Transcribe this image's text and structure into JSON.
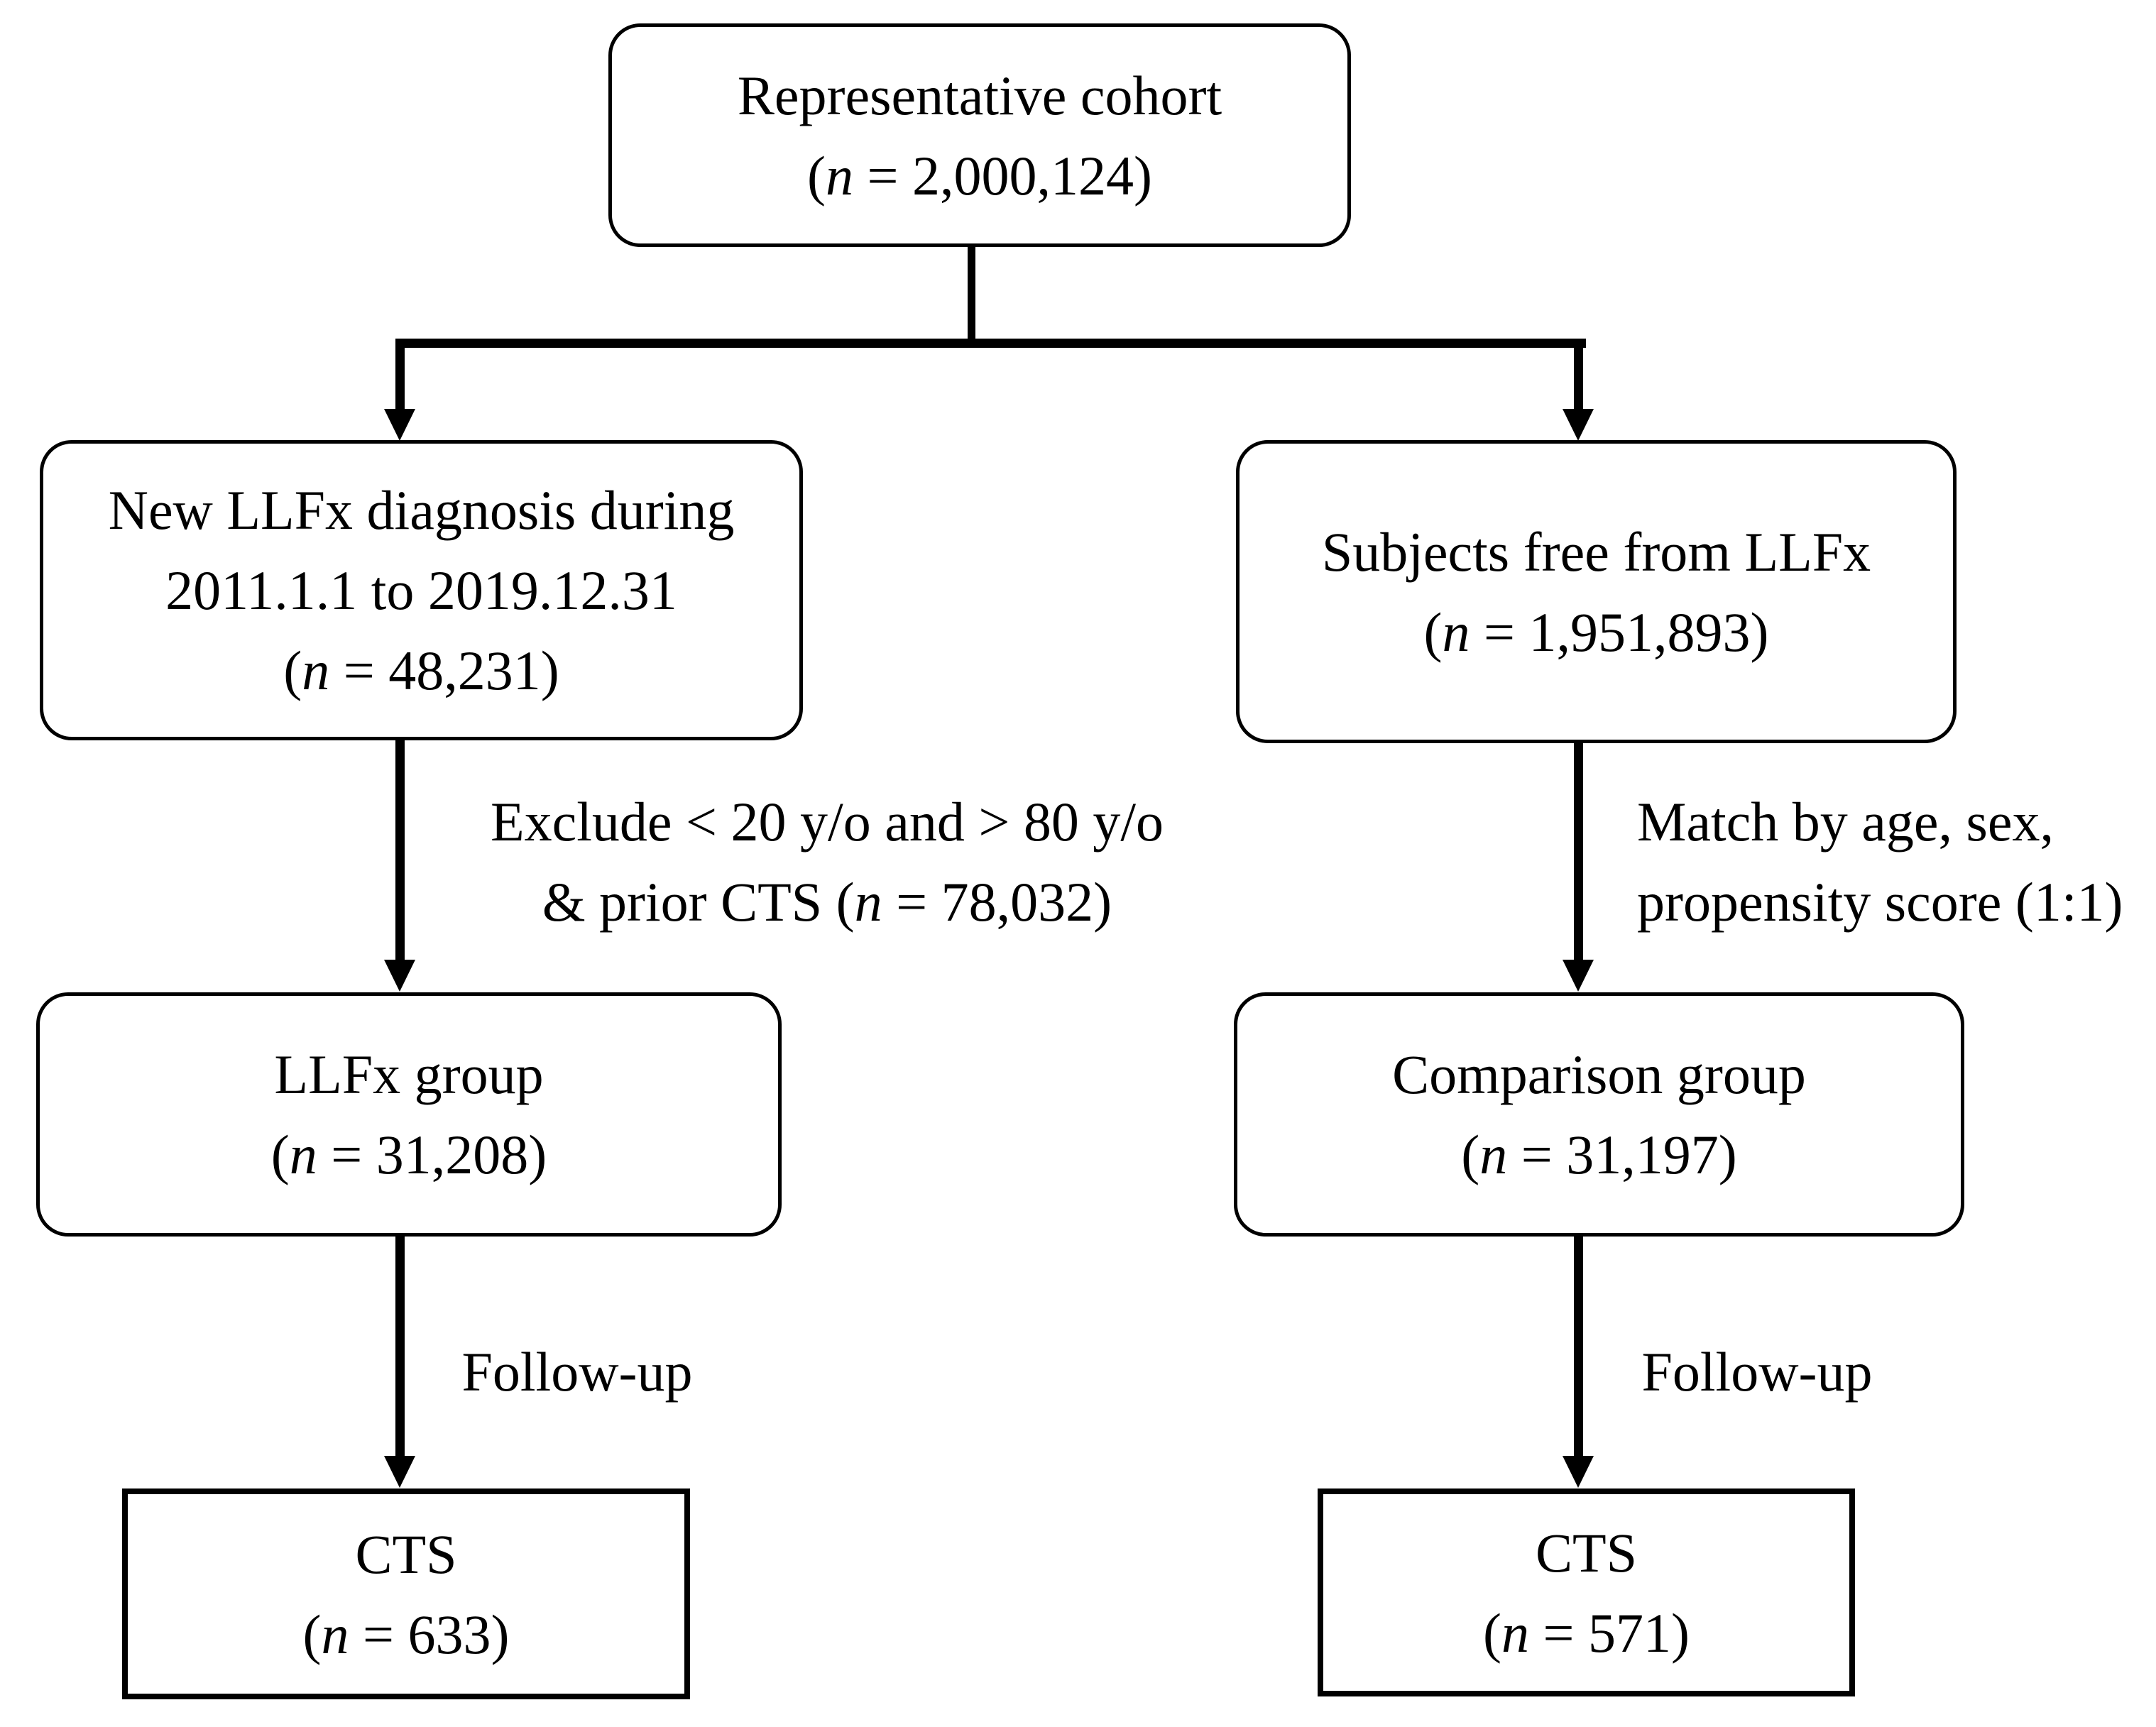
{
  "diagram": {
    "colors": {
      "line": "#000000",
      "background": "#ffffff",
      "text": "#000000"
    },
    "title_box": {
      "label": "Representative cohort",
      "count": "(n = 2,000,124)"
    },
    "left_branch": {
      "diagnosis_box": {
        "line1": "New LLFx diagnosis during",
        "line2": "2011.1.1 to 2019.12.31",
        "count": "(n = 48,231)"
      },
      "exclusion_label": {
        "line1": "Exclude < 20 y/o and > 80 y/o",
        "line2": "& prior CTS (n = 78,032)"
      },
      "group_box": {
        "label": "LLFx group",
        "count": "(n = 31,208)"
      },
      "followup_label": "Follow-up",
      "outcome_box": {
        "label": "CTS",
        "count": "(n = 633)"
      }
    },
    "right_branch": {
      "subjects_box": {
        "label": "Subjects free from LLFx",
        "count": "(n = 1,951,893)"
      },
      "match_label": {
        "line1": "Match by age, sex,",
        "line2": "propensity score (1:1)"
      },
      "group_box": {
        "label": "Comparison group",
        "count": "(n = 31,197)"
      },
      "followup_label": "Follow-up",
      "outcome_box": {
        "label": "CTS",
        "count": "(n = 571)"
      }
    }
  }
}
